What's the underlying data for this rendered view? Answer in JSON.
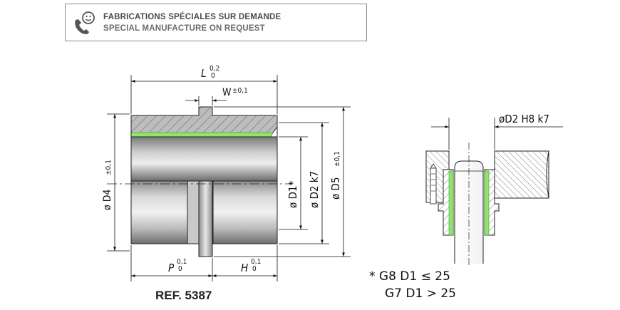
{
  "banner": {
    "line1": "FABRICATIONS SPÉCIALES SUR DEMANDE",
    "line2": "SPECIAL MANUFACTURE ON REQUEST",
    "icon": "phone-smiley-icon"
  },
  "reference": "REF. 5387",
  "dimensions": {
    "L": "L",
    "L_tol_up": "0,2",
    "L_tol_low": "0",
    "W": "W",
    "W_tol": "±0,1",
    "D4": "ø D4",
    "D4_tol": "±0,1",
    "D1": "ø D1*",
    "D2": "ø D2 k7",
    "D5": "ø D5",
    "D5_tol": "±0,1",
    "P": "P",
    "P_tol_up": "0,1",
    "P_tol_low": "0",
    "H": "H",
    "H_tol_up": "0,1",
    "H_tol_low": "0",
    "install": "øD2 H8 k7"
  },
  "tolerance_note": {
    "line1": "* G8 D1 ≤ 25",
    "line2": "G7 D1 > 25"
  },
  "colors": {
    "liner": "#8fe66a",
    "body_light": "#e6e6e6",
    "body_dark": "#7d7d7d",
    "hatch": "#8a8a8a"
  }
}
